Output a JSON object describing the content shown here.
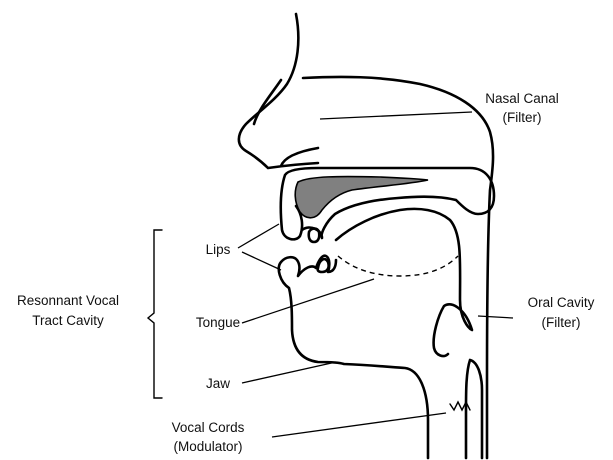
{
  "labels": {
    "nasal_canal": {
      "line1": "Nasal Canal",
      "line2": "(Filter)"
    },
    "oral_cavity": {
      "line1": "Oral Cavity",
      "line2": "(Filter)"
    },
    "lips": "Lips",
    "tongue": "Tongue",
    "jaw": "Jaw",
    "resonant_cavity": {
      "line1": "Resonnant Vocal",
      "line2": "Tract Cavity"
    },
    "vocal_cords": {
      "line1": "Vocal Cords",
      "line2": "(Modulator)"
    }
  },
  "colors": {
    "outline": "#000000",
    "palate_fill": "#808080",
    "background": "#ffffff"
  }
}
